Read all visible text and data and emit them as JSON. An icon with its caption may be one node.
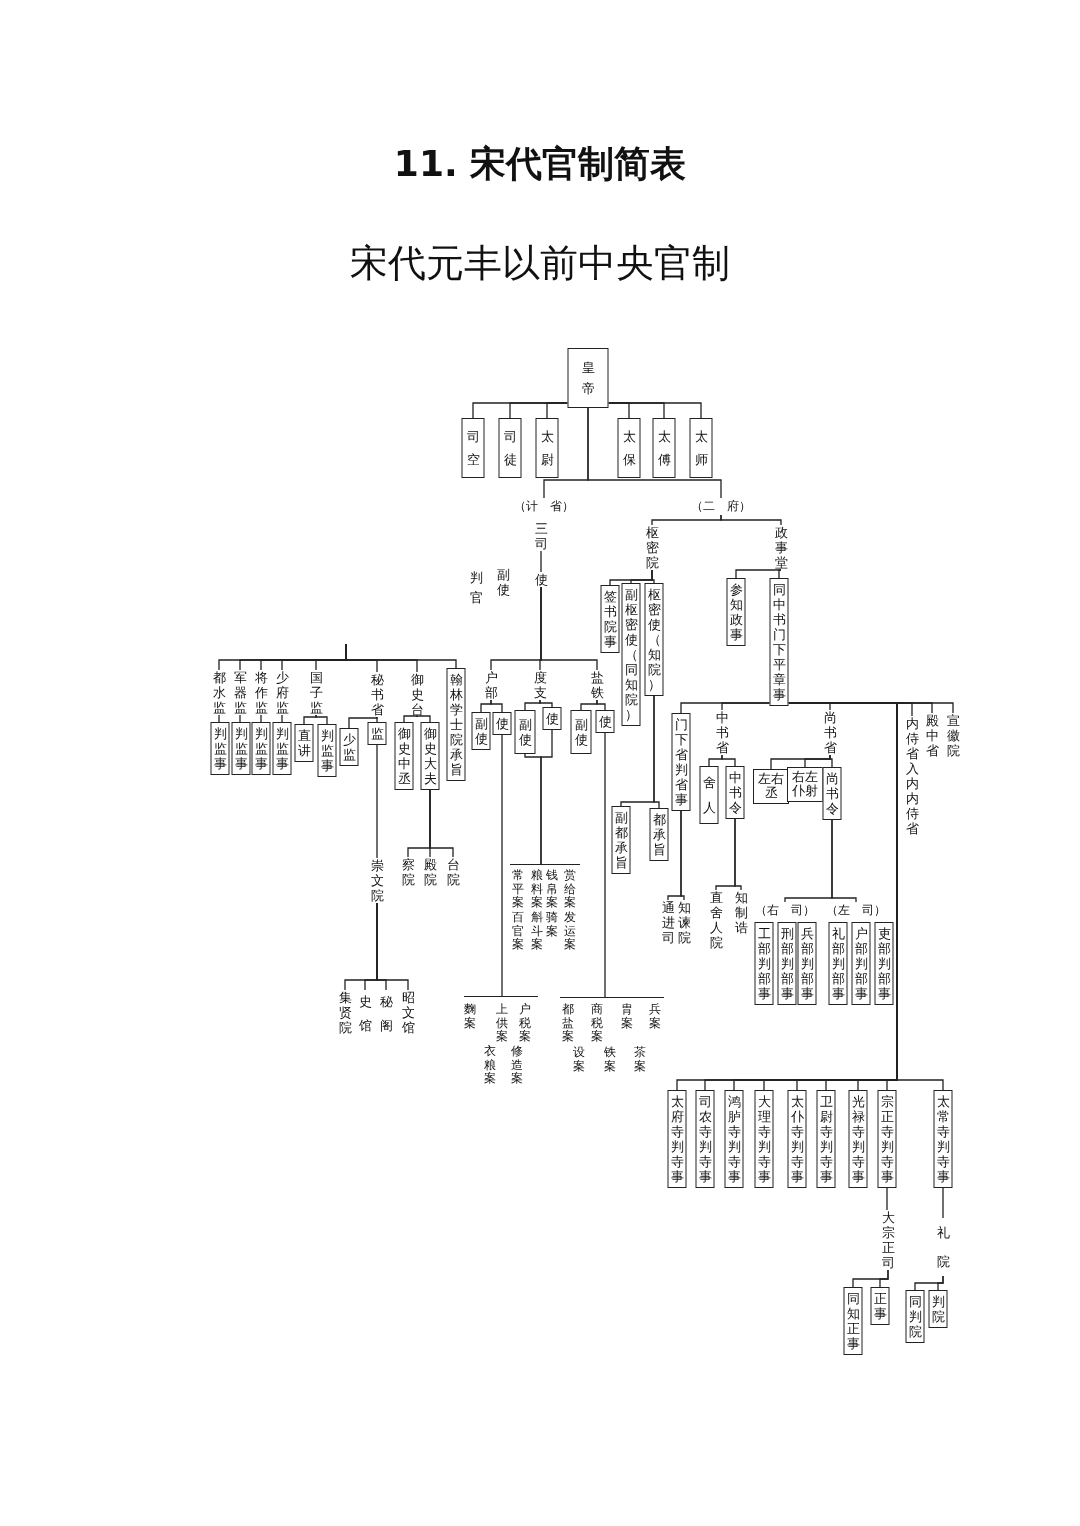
{
  "diagram": {
    "title": "11. 宋代官制简表",
    "labels": [
      "宋代元丰以前中央官制"
    ],
    "nodes": [
      {
        "text": [
          "皇帝"
        ]
      },
      {
        "text": [
          "司空"
        ]
      },
      {
        "text": [
          "司徒"
        ]
      },
      {
        "text": [
          "太尉"
        ]
      },
      {
        "text": [
          "太保"
        ]
      },
      {
        "text": [
          "太傅"
        ]
      },
      {
        "text": [
          "太师"
        ]
      },
      {
        "text": [
          "（计　省）"
        ]
      },
      {
        "text": [
          "三司"
        ]
      },
      {
        "text": [
          "使"
        ]
      },
      {
        "text": [
          "副使"
        ]
      },
      {
        "text": [
          "判官"
        ]
      },
      {
        "text": [
          "（二　府）"
        ]
      },
      {
        "text": [
          "枢密院"
        ]
      },
      {
        "text": [
          "政事堂"
        ]
      },
      {
        "text": [
          "都水监"
        ]
      },
      {
        "text": [
          "判监事"
        ]
      },
      {
        "text": [
          "军器监"
        ]
      },
      {
        "text": [
          "判监事"
        ]
      },
      {
        "text": [
          "将作监"
        ]
      },
      {
        "text": [
          "判监事"
        ]
      },
      {
        "text": [
          "少府监"
        ]
      },
      {
        "text": [
          "判监事"
        ]
      },
      {
        "text": [
          "国子监"
        ]
      },
      {
        "text": [
          "直讲"
        ]
      },
      {
        "text": [
          "判监事"
        ]
      },
      {
        "text": [
          "秘书省"
        ]
      },
      {
        "text": [
          "少监"
        ]
      },
      {
        "text": [
          "监"
        ]
      },
      {
        "text": [
          "崇文院"
        ]
      },
      {
        "text": [
          "集贤院"
        ]
      },
      {
        "text": [
          "史馆"
        ]
      },
      {
        "text": [
          "秘阁"
        ]
      },
      {
        "text": [
          "昭文馆"
        ]
      },
      {
        "text": [
          "御史台"
        ]
      },
      {
        "text": [
          "御史中丞"
        ]
      },
      {
        "text": [
          "御史大夫"
        ]
      },
      {
        "text": [
          "察院"
        ]
      },
      {
        "text": [
          "殿院"
        ]
      },
      {
        "text": [
          "台院"
        ]
      },
      {
        "text": [
          "翰林学士院承旨"
        ]
      },
      {
        "text": [
          "户部"
        ]
      },
      {
        "text": [
          "副使"
        ]
      },
      {
        "text": [
          "使"
        ]
      },
      {
        "text": [
          "麴案",
          "上供案",
          "户税案",
          "衣粮案",
          "修造案"
        ]
      },
      {
        "text": [
          "度支"
        ]
      },
      {
        "text": [
          "副使"
        ]
      },
      {
        "text": [
          "使"
        ]
      },
      {
        "text": [
          "常平案",
          "粮料案",
          "钱帛案",
          "赏给案",
          "百官案",
          "斛斗案",
          "骑案",
          "发运案"
        ]
      },
      {
        "text": [
          "盐铁"
        ]
      },
      {
        "text": [
          "副使"
        ]
      },
      {
        "text": [
          "使"
        ]
      },
      {
        "text": [
          "都盐案",
          "商税案",
          "胄案",
          "兵案",
          "设案",
          "铁案",
          "茶案"
        ]
      },
      {
        "text": [
          "签书院事"
        ]
      },
      {
        "text": [
          "副枢密使（同知院）"
        ]
      },
      {
        "text": [
          "枢密使（知院）"
        ]
      },
      {
        "text": [
          "副都承旨"
        ]
      },
      {
        "text": [
          "都承旨"
        ]
      },
      {
        "text": [
          "参知政事"
        ]
      },
      {
        "text": [
          "同中书门下平章事"
        ]
      },
      {
        "text": [
          "门下省判省事"
        ]
      },
      {
        "text": [
          "知谏院"
        ]
      },
      {
        "text": [
          "通进司"
        ]
      },
      {
        "text": [
          "中书省"
        ]
      },
      {
        "text": [
          "舍人"
        ]
      },
      {
        "text": [
          "中书令"
        ]
      },
      {
        "text": [
          "知制诰"
        ]
      },
      {
        "text": [
          "直舍人院"
        ]
      },
      {
        "text": [
          "尚书省"
        ]
      },
      {
        "text": [
          "左右丞"
        ]
      },
      {
        "text": [
          "右左仆射"
        ]
      },
      {
        "text": [
          "尚书令"
        ]
      },
      {
        "text": [
          "（右　司）"
        ]
      },
      {
        "text": [
          "工部判部事"
        ]
      },
      {
        "text": [
          "刑部判部事"
        ]
      },
      {
        "text": [
          "兵部判部事"
        ]
      },
      {
        "text": [
          "（左　司）"
        ]
      },
      {
        "text": [
          "礼部判部事"
        ]
      },
      {
        "text": [
          "户部判部事"
        ]
      },
      {
        "text": [
          "吏部判部事"
        ]
      },
      {
        "text": [
          "内侍省入内内侍省"
        ]
      },
      {
        "text": [
          "殿中省"
        ]
      },
      {
        "text": [
          "宣徽院"
        ]
      },
      {
        "text": [
          "太府寺判寺事"
        ]
      },
      {
        "text": [
          "司农寺判寺事"
        ]
      },
      {
        "text": [
          "鸿胪寺判寺事"
        ]
      },
      {
        "text": [
          "大理寺判寺事"
        ]
      },
      {
        "text": [
          "太仆寺判寺事"
        ]
      },
      {
        "text": [
          "卫尉寺判寺事"
        ]
      },
      {
        "text": [
          "光禄寺判寺事"
        ]
      },
      {
        "text": [
          "宗正寺判寺事"
        ]
      },
      {
        "text": [
          "太常寺判寺事"
        ]
      },
      {
        "text": [
          "大宗正司"
        ]
      },
      {
        "text": [
          "同知正事"
        ]
      },
      {
        "text": [
          "正事"
        ]
      },
      {
        "text": [
          "礼院"
        ]
      },
      {
        "text": [
          "同判院"
        ]
      },
      {
        "text": [
          "判院"
        ]
      }
    ],
    "edges": [
      {
        "from": 0,
        "to": 1,
        "arrow": "none"
      },
      {
        "from": 0,
        "to": 2,
        "arrow": "none"
      },
      {
        "from": 0,
        "to": 3,
        "arrow": "none"
      },
      {
        "from": 0,
        "to": 4,
        "arrow": "none"
      },
      {
        "from": 0,
        "to": 5,
        "arrow": "none"
      },
      {
        "from": 0,
        "to": 6,
        "arrow": "none"
      },
      {
        "from": 0,
        "to": 7,
        "arrow": "none"
      },
      {
        "from": 0,
        "to": 12,
        "arrow": "none"
      },
      {
        "from": 8,
        "to": 9,
        "arrow": "none"
      },
      {
        "from": 9,
        "to": 41,
        "arrow": "none"
      },
      {
        "from": 9,
        "to": 45,
        "arrow": "none"
      },
      {
        "from": 9,
        "to": 49,
        "arrow": "none"
      },
      {
        "from": 12,
        "to": 13,
        "arrow": "none"
      },
      {
        "from": 12,
        "to": 14,
        "arrow": "none"
      },
      {
        "from": null,
        "to": 15,
        "arrow": "none"
      },
      {
        "from": null,
        "to": 17,
        "arrow": "none"
      },
      {
        "from": null,
        "to": 19,
        "arrow": "none"
      },
      {
        "from": null,
        "to": 21,
        "arrow": "none"
      },
      {
        "from": null,
        "to": 23,
        "arrow": "none"
      },
      {
        "from": null,
        "to": 26,
        "arrow": "none"
      },
      {
        "from": null,
        "to": 34,
        "arrow": "none"
      },
      {
        "from": null,
        "to": 40,
        "arrow": "none"
      },
      {
        "from": 15,
        "to": 16,
        "arrow": "none"
      },
      {
        "from": 17,
        "to": 18,
        "arrow": "none"
      },
      {
        "from": 19,
        "to": 20,
        "arrow": "none"
      },
      {
        "from": 21,
        "to": 22,
        "arrow": "none"
      },
      {
        "from": 23,
        "to": 24,
        "arrow": "none"
      },
      {
        "from": 23,
        "to": 25,
        "arrow": "none"
      },
      {
        "from": 26,
        "to": 27,
        "arrow": "none"
      },
      {
        "from": 26,
        "to": 28,
        "arrow": "none"
      },
      {
        "from": 28,
        "to": 29,
        "arrow": "none"
      },
      {
        "from": 29,
        "to": 30,
        "arrow": "none"
      },
      {
        "from": 29,
        "to": 31,
        "arrow": "none"
      },
      {
        "from": 29,
        "to": 32,
        "arrow": "none"
      },
      {
        "from": 29,
        "to": 33,
        "arrow": "none"
      },
      {
        "from": 34,
        "to": 35,
        "arrow": "none"
      },
      {
        "from": 34,
        "to": 36,
        "arrow": "none"
      },
      {
        "from": 36,
        "to": 37,
        "arrow": "none"
      },
      {
        "from": 36,
        "to": 38,
        "arrow": "none"
      },
      {
        "from": 36,
        "to": 39,
        "arrow": "none"
      },
      {
        "from": 41,
        "to": 42,
        "arrow": "none"
      },
      {
        "from": 41,
        "to": 43,
        "arrow": "none"
      },
      {
        "from": 43,
        "to": 44,
        "arrow": "none"
      },
      {
        "from": 45,
        "to": 46,
        "arrow": "none"
      },
      {
        "from": 45,
        "to": 47,
        "arrow": "none"
      },
      {
        "from": 46,
        "to": 48,
        "arrow": "none"
      },
      {
        "from": 47,
        "to": 48,
        "arrow": "none"
      },
      {
        "from": 49,
        "to": 50,
        "arrow": "none"
      },
      {
        "from": 49,
        "to": 51,
        "arrow": "none"
      },
      {
        "from": 51,
        "to": 52,
        "arrow": "none"
      },
      {
        "from": 13,
        "to": 53,
        "arrow": "none"
      },
      {
        "from": 13,
        "to": 54,
        "arrow": "none"
      },
      {
        "from": 13,
        "to": 55,
        "arrow": "none"
      },
      {
        "from": 55,
        "to": 56,
        "arrow": "none"
      },
      {
        "from": 55,
        "to": 57,
        "arrow": "none"
      },
      {
        "from": 14,
        "to": 58,
        "arrow": "none"
      },
      {
        "from": 14,
        "to": 59,
        "arrow": "none"
      },
      {
        "from": 59,
        "to": 60,
        "arrow": "none"
      },
      {
        "from": 59,
        "to": 63,
        "arrow": "none"
      },
      {
        "from": 59,
        "to": 68,
        "arrow": "none"
      },
      {
        "from": 59,
        "to": 80,
        "arrow": "none"
      },
      {
        "from": 59,
        "to": 81,
        "arrow": "none"
      },
      {
        "from": 59,
        "to": 82,
        "arrow": "none"
      },
      {
        "from": 59,
        "to": 83,
        "arrow": "none"
      },
      {
        "from": 59,
        "to": 84,
        "arrow": "none"
      },
      {
        "from": 59,
        "to": 85,
        "arrow": "none"
      },
      {
        "from": 59,
        "to": 86,
        "arrow": "none"
      },
      {
        "from": 59,
        "to": 87,
        "arrow": "none"
      },
      {
        "from": 59,
        "to": 88,
        "arrow": "none"
      },
      {
        "from": 59,
        "to": 89,
        "arrow": "none"
      },
      {
        "from": 59,
        "to": 90,
        "arrow": "none"
      },
      {
        "from": 59,
        "to": 91,
        "arrow": "none"
      },
      {
        "from": 60,
        "to": 61,
        "arrow": "none"
      },
      {
        "from": 60,
        "to": 62,
        "arrow": "none"
      },
      {
        "from": 63,
        "to": 64,
        "arrow": "none"
      },
      {
        "from": 63,
        "to": 65,
        "arrow": "none"
      },
      {
        "from": 65,
        "to": 66,
        "arrow": "none"
      },
      {
        "from": 65,
        "to": 67,
        "arrow": "none"
      },
      {
        "from": 68,
        "to": 69,
        "arrow": "none"
      },
      {
        "from": 68,
        "to": 70,
        "arrow": "none"
      },
      {
        "from": 68,
        "to": 71,
        "arrow": "none"
      },
      {
        "from": 71,
        "to": 72,
        "arrow": "none"
      },
      {
        "from": 71,
        "to": 76,
        "arrow": "none"
      },
      {
        "from": 90,
        "to": 92,
        "arrow": "none"
      },
      {
        "from": 92,
        "to": 93,
        "arrow": "none"
      },
      {
        "from": 92,
        "to": 94,
        "arrow": "none"
      },
      {
        "from": 91,
        "to": 95,
        "arrow": "none"
      },
      {
        "from": 95,
        "to": 96,
        "arrow": "none"
      },
      {
        "from": 95,
        "to": 97,
        "arrow": "none"
      }
    ]
  }
}
